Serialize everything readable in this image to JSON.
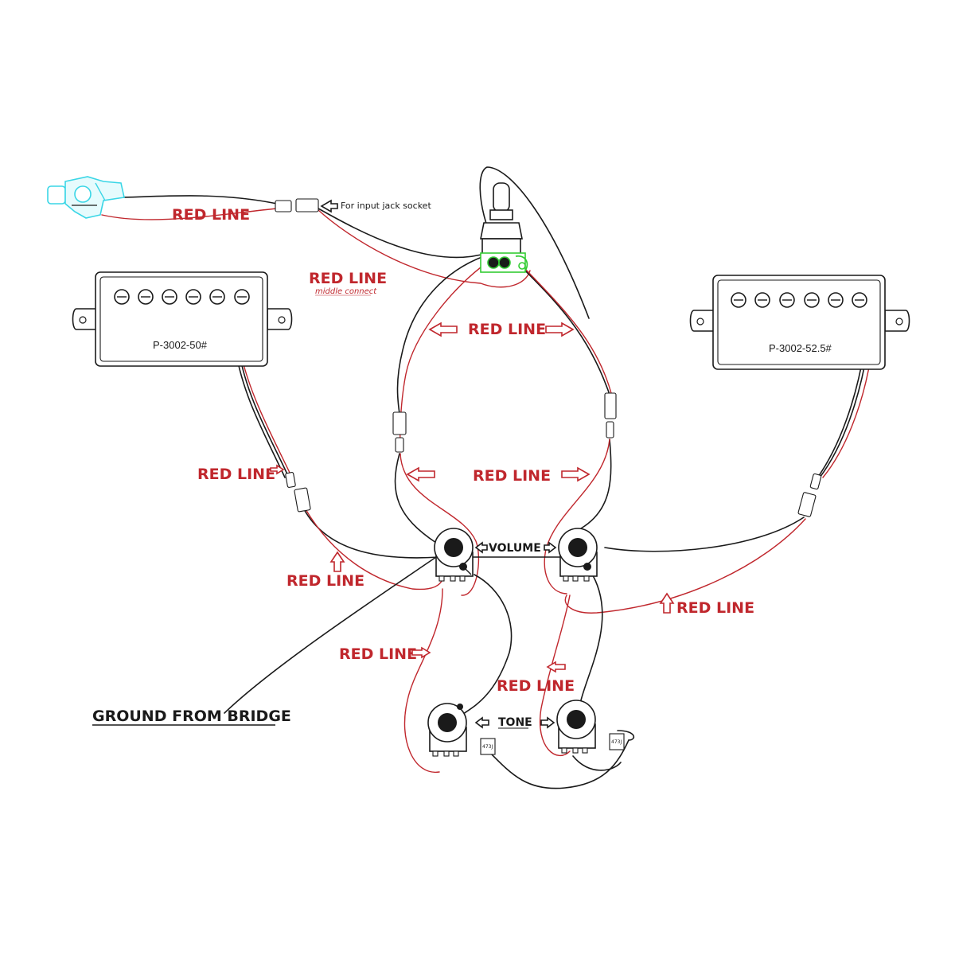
{
  "labels": {
    "jack_note": "For input jack socket",
    "red_line": "RED LINE",
    "middle_connect": "middle connect",
    "volume": "VOLUME",
    "tone": "TONE",
    "ground_from_bridge": "GROUND FROM BRIDGE",
    "cap_value": "473J"
  },
  "pickups": {
    "neck": {
      "model": "P-3002-50#"
    },
    "bridge": {
      "model": "P-3002-52.5#"
    }
  },
  "colors": {
    "red_wire": "#c0272d",
    "black_wire": "#1a1a1a",
    "jack_accent": "#3ad6e6",
    "switch_accent": "#33cc33"
  },
  "icons": {
    "jack": "input-jack-icon",
    "switch": "toggle-switch-icon",
    "potentiometer": "potentiometer-icon",
    "capacitor": "capacitor-icon"
  }
}
